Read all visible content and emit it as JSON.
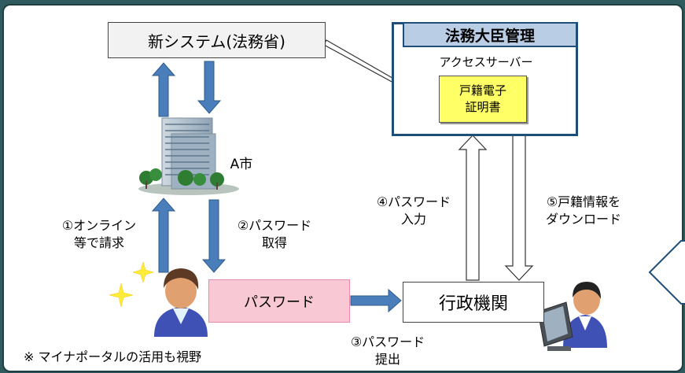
{
  "nodes": {
    "new_system": "新システム(法務省)",
    "admin_header": "法務大臣管理",
    "access_server": "アクセスサーバー",
    "certificate": "戸籍電子\n証明書",
    "city_label": "A市",
    "password_box": "パスワード",
    "agency": "行政機関"
  },
  "steps": {
    "s1": "①オンライン\n等で請求",
    "s2": "②パスワード\n取得",
    "s3": "③パスワード\n提出",
    "s4": "④パスワード\n入力",
    "s5": "⑤戸籍情報を\nダウンロード"
  },
  "footnote": "※ マイナポータルの活用も視野",
  "colors": {
    "background": "#2f5a5e",
    "header_fill": "#b9cde5",
    "frame_blue": "#1f4e79",
    "arrow_fill": "#4a7ebb",
    "arrow_stroke": "#2e5c8a",
    "certificate_fill": "#ffff66",
    "password_fill": "#f8c8d4",
    "password_border": "#e88aa8"
  },
  "icons": [
    "building-icon",
    "person-icon",
    "sparkle-icon",
    "computer-user-icon"
  ]
}
